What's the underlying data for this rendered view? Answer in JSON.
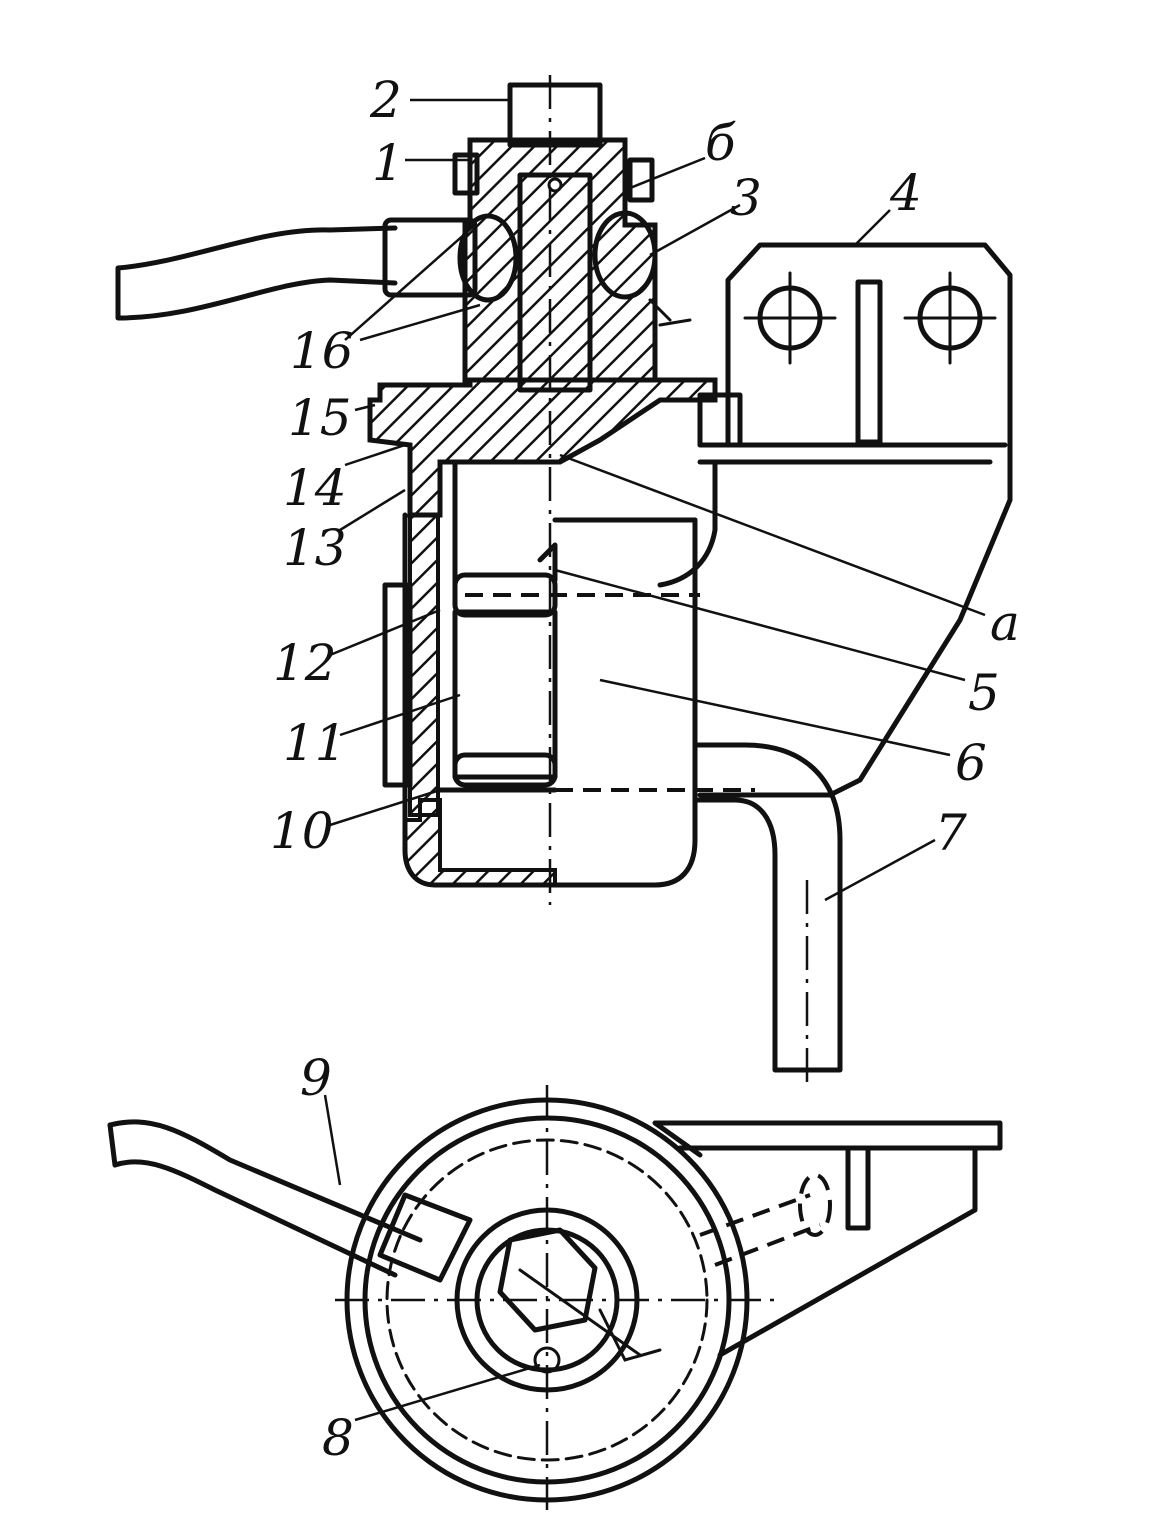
{
  "diagram": {
    "labels": {
      "l1": "1",
      "l2": "2",
      "l3": "3",
      "l4": "4",
      "l5": "5",
      "l6": "6",
      "l7": "7",
      "l8": "8",
      "l9": "9",
      "l10": "10",
      "l11": "11",
      "l12": "12",
      "l13": "13",
      "l14": "14",
      "l15": "15",
      "l16": "16",
      "la": "a",
      "lb": "б"
    }
  }
}
